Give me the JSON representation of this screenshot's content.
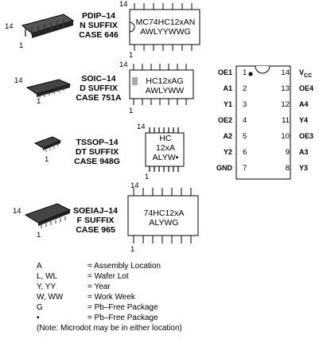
{
  "packages": [
    {
      "lines": [
        "PDIP–14",
        "N SUFFIX",
        "CASE 646"
      ],
      "marking": [
        "MC74HC12xAN",
        "AWLYYWWG"
      ],
      "pin_first": "1",
      "pin_last": "14"
    },
    {
      "lines": [
        "SOIC–14",
        "D SUFFIX",
        "CASE 751A"
      ],
      "marking": [
        "HC12xAG",
        "AWLYWW"
      ],
      "pin_first": "1",
      "pin_last": "14"
    },
    {
      "lines": [
        "TSSOP–14",
        "DT SUFFIX",
        "CASE 948G"
      ],
      "marking": [
        "HC",
        "12xA",
        "ALYW▪"
      ],
      "pin_first": "1",
      "pin_last": "14"
    },
    {
      "lines": [
        "SOEIAJ–14",
        "F SUFFIX",
        "CASE 965"
      ],
      "marking": [
        "74HC12xA",
        "ALYWG"
      ],
      "pin_first": "1",
      "pin_last": "14"
    }
  ],
  "pinout": {
    "left": [
      {
        "name": "OE1",
        "num": "1"
      },
      {
        "name": "A1",
        "num": "2"
      },
      {
        "name": "Y1",
        "num": "3"
      },
      {
        "name": "OE2",
        "num": "4"
      },
      {
        "name": "A2",
        "num": "5"
      },
      {
        "name": "Y2",
        "num": "6"
      },
      {
        "name": "GND",
        "num": "7"
      }
    ],
    "right": [
      {
        "name": "V",
        "sub": "CC",
        "num": "14"
      },
      {
        "name": "OE4",
        "num": "13"
      },
      {
        "name": "A4",
        "num": "12"
      },
      {
        "name": "Y4",
        "num": "11"
      },
      {
        "name": "OE3",
        "num": "10"
      },
      {
        "name": "A3",
        "num": "9"
      },
      {
        "name": "Y3",
        "num": "8"
      }
    ]
  },
  "legend": [
    {
      "key": "A",
      "value": "=  Assembly Location"
    },
    {
      "key": "L, WL",
      "value": "=  Wafer Lot"
    },
    {
      "key": "Y, YY",
      "value": "=  Year"
    },
    {
      "key": "W, WW",
      "value": "=  Work Week"
    },
    {
      "key": "G",
      "value": "= Pb–Free Package"
    },
    {
      "key": "▪",
      "value": "= Pb–Free Package"
    }
  ],
  "note": "(Note: Microdot may be in either location)"
}
